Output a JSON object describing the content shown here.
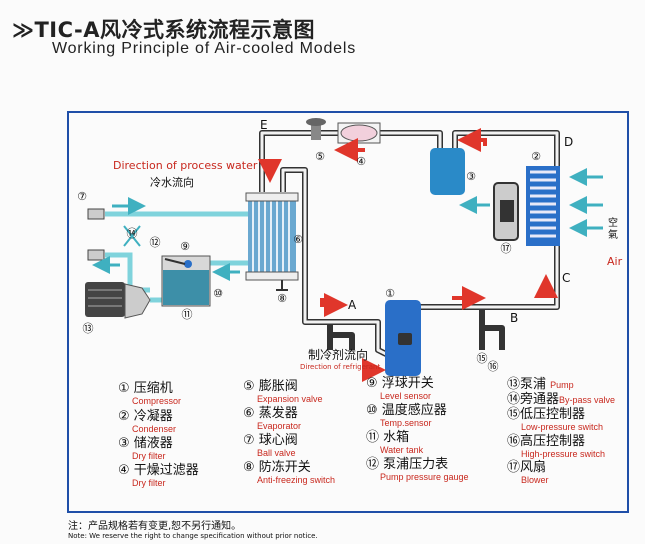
{
  "header": {
    "title": "≫TIC-A风冷式系统流程示意图",
    "subtitle": "Working Principle of Air-cooled Models"
  },
  "diagram": {
    "points": {
      "A": "A",
      "B": "B",
      "C": "C",
      "D": "D",
      "E": "E"
    },
    "process_water_en": "Direction of process water",
    "process_water_cn": "冷水流向",
    "refrigerant_cn": "制冷剂流向",
    "refrigerant_en": "Direction of refrigerant",
    "air_cn": "空氣",
    "air_en": "Air",
    "numbers": [
      "①",
      "②",
      "③",
      "④",
      "⑤",
      "⑥",
      "⑦",
      "⑧",
      "⑨",
      "⑩",
      "⑪",
      "⑫",
      "⑬",
      "⑭",
      "⑮",
      "⑯",
      "⑰"
    ],
    "colors": {
      "frame": "#1f4fa8",
      "water_pipe": "#7fd3dc",
      "refrigerant_arrow": "#e0362b",
      "air_arrow": "#3fb0c0",
      "component": "#2a7fc8"
    }
  },
  "legend": [
    {
      "num": "①",
      "cn": "压缩机",
      "en": "Compressor"
    },
    {
      "num": "②",
      "cn": "冷凝器",
      "en": "Condenser"
    },
    {
      "num": "③",
      "cn": "储液器",
      "en": "Dry filter"
    },
    {
      "num": "④",
      "cn": "干燥过滤器",
      "en": "Dry filter"
    },
    {
      "num": "⑤",
      "cn": "膨胀阀",
      "en": "Expansion valve"
    },
    {
      "num": "⑥",
      "cn": "蒸发器",
      "en": "Evaporator"
    },
    {
      "num": "⑦",
      "cn": "球心阀",
      "en": "Ball valve"
    },
    {
      "num": "⑧",
      "cn": "防冻开关",
      "en": "Anti-freezing switch"
    },
    {
      "num": "⑨",
      "cn": "浮球开关",
      "en": "Level sensor"
    },
    {
      "num": "⑩",
      "cn": "温度感应器",
      "en": "Temp.sensor"
    },
    {
      "num": "⑪",
      "cn": "水箱",
      "en": "Water tank"
    },
    {
      "num": "⑫",
      "cn": "泵浦压力表",
      "en": "Pump pressure gauge"
    },
    {
      "num": "⑬",
      "cn": "泵浦",
      "en": "Pump"
    },
    {
      "num": "⑭",
      "cn": "旁通器",
      "en": "By-pass valve"
    },
    {
      "num": "⑮",
      "cn": "低压控制器",
      "en": "Low-pressure switch"
    },
    {
      "num": "⑯",
      "cn": "高压控制器",
      "en": "High-pressure switch"
    },
    {
      "num": "⑰",
      "cn": "风扇",
      "en": "Blower"
    }
  ],
  "note": {
    "cn": "注：产品规格若有变更,恕不另行通知。",
    "en": "Note: We reserve the right to change specification without prior notice."
  }
}
